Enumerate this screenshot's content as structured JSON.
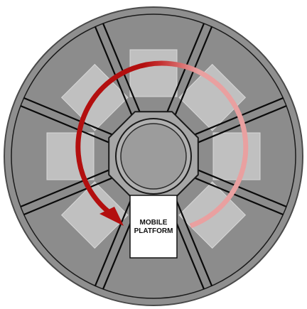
{
  "platform": {
    "label_line1": "MOBILE",
    "label_line2": "PLATFORM"
  },
  "colors": {
    "outer_ring": "#8f8f8f",
    "floor": "#8c8c8c",
    "hub": "#a6a6a6",
    "hub_core": "#9c9c9c",
    "station": "#c4c4c4",
    "spoke": "#0a0a0a",
    "platform_fill": "#ffffff",
    "arrow_dark": "#b30f0f",
    "arrow_light": "#e9a0a0"
  },
  "station_count": 8,
  "rotation_direction": "clockwise",
  "icons": {
    "rotation_arrow": "curved-arrow-icon"
  }
}
